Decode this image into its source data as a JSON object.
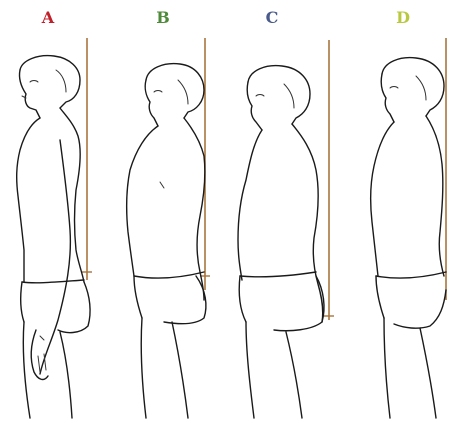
{
  "panels": [
    {
      "label": "A",
      "color": "#c0202a"
    },
    {
      "label": "B",
      "color": "#4f8a3a"
    },
    {
      "label": "C",
      "color": "#4a5a8a"
    },
    {
      "label": "D",
      "color": "#b8c840"
    }
  ],
  "plumb_line_color": "#a8753e"
}
